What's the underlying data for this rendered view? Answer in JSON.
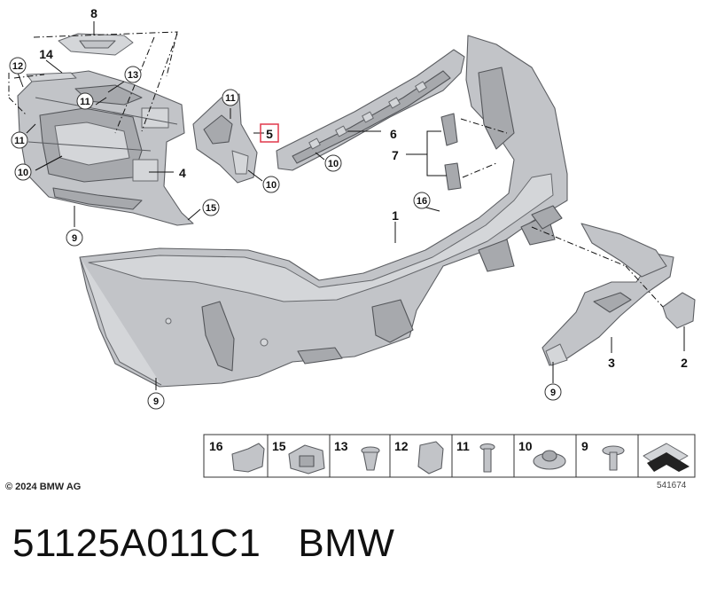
{
  "callouts": {
    "c1": "1",
    "c2": "2",
    "c3": "3",
    "c4": "4",
    "c5": "5",
    "c6": "6",
    "c7": "7",
    "c8": "8",
    "c9a": "9",
    "c9b": "9",
    "c9c": "9",
    "c10a": "10",
    "c10b": "10",
    "c10c": "10",
    "c11a": "11",
    "c11b": "11",
    "c11c": "11",
    "c12": "12",
    "c13": "13",
    "c14": "14",
    "c15": "15",
    "c16": "16"
  },
  "highlight_color": "#e0394b",
  "legend": [
    "16",
    "15",
    "13",
    "12",
    "11",
    "10",
    "9"
  ],
  "copyright": "© 2024 BMW AG",
  "drawing_number": "541674",
  "footer": {
    "part_number": "51125A011C1",
    "brand": "BMW"
  }
}
